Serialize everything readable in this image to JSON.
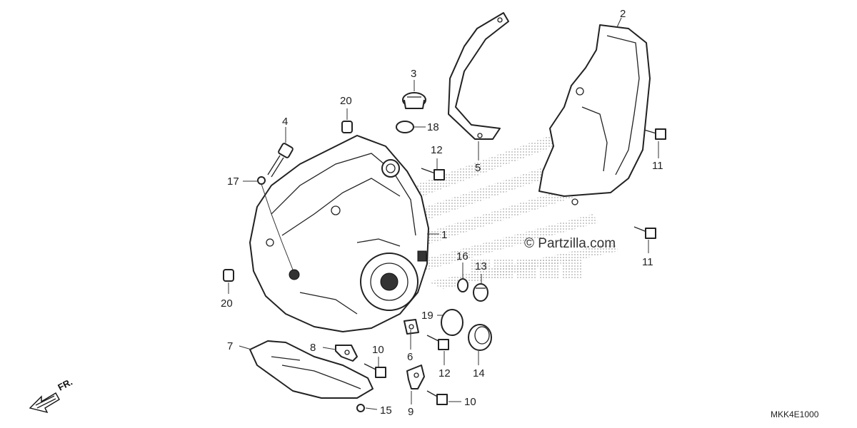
{
  "diagram": {
    "watermark": {
      "copyright": "© Partzilla.com"
    },
    "direction_label": "FR.",
    "diagram_code": "MKK4E1000",
    "callouts": {
      "c1": "1",
      "c2": "2",
      "c3": "3",
      "c4": "4",
      "c5": "5",
      "c6": "6",
      "c7": "7",
      "c8": "8",
      "c9": "9",
      "c10a": "10",
      "c10b": "10",
      "c11a": "11",
      "c11b": "11",
      "c12a": "12",
      "c12b": "12",
      "c13": "13",
      "c14": "14",
      "c15": "15",
      "c16": "16",
      "c17": "17",
      "c18": "18",
      "c19": "19",
      "c20a": "20",
      "c20b": "20"
    },
    "colors": {
      "line": "#222222",
      "watermark_dots": "#9a9a9a"
    }
  }
}
